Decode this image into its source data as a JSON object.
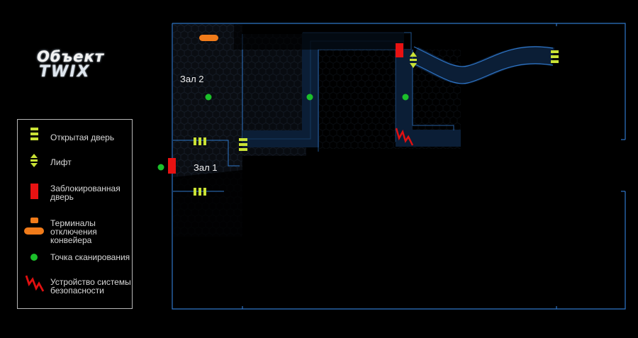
{
  "title": {
    "line1": "Объект",
    "line2": "TWIX"
  },
  "rooms": {
    "hall2": "Зал 2",
    "hall1": "Зал 1"
  },
  "legend": [
    {
      "icon": "open-door-icon",
      "label": "Открытая дверь"
    },
    {
      "icon": "elevator-icon",
      "label": "Лифт"
    },
    {
      "icon": "locked-door-icon",
      "label": "Заблокированная\nдверь"
    },
    {
      "icon": "conveyor-terminal-icon",
      "label": "Терминалы\nотключения конвейера"
    },
    {
      "icon": "scan-point-icon",
      "label": "Точка сканирования"
    },
    {
      "icon": "security-device-icon",
      "label": "Устройство системы\nбезопасности"
    }
  ],
  "colors": {
    "frame": "#2f76c8",
    "corridor": "#0b1e36",
    "open_door": "#c9e235",
    "locked_door": "#e81212",
    "terminal": "#f07b1a",
    "scan_point": "#1bbf2a",
    "security": "#e01010"
  }
}
